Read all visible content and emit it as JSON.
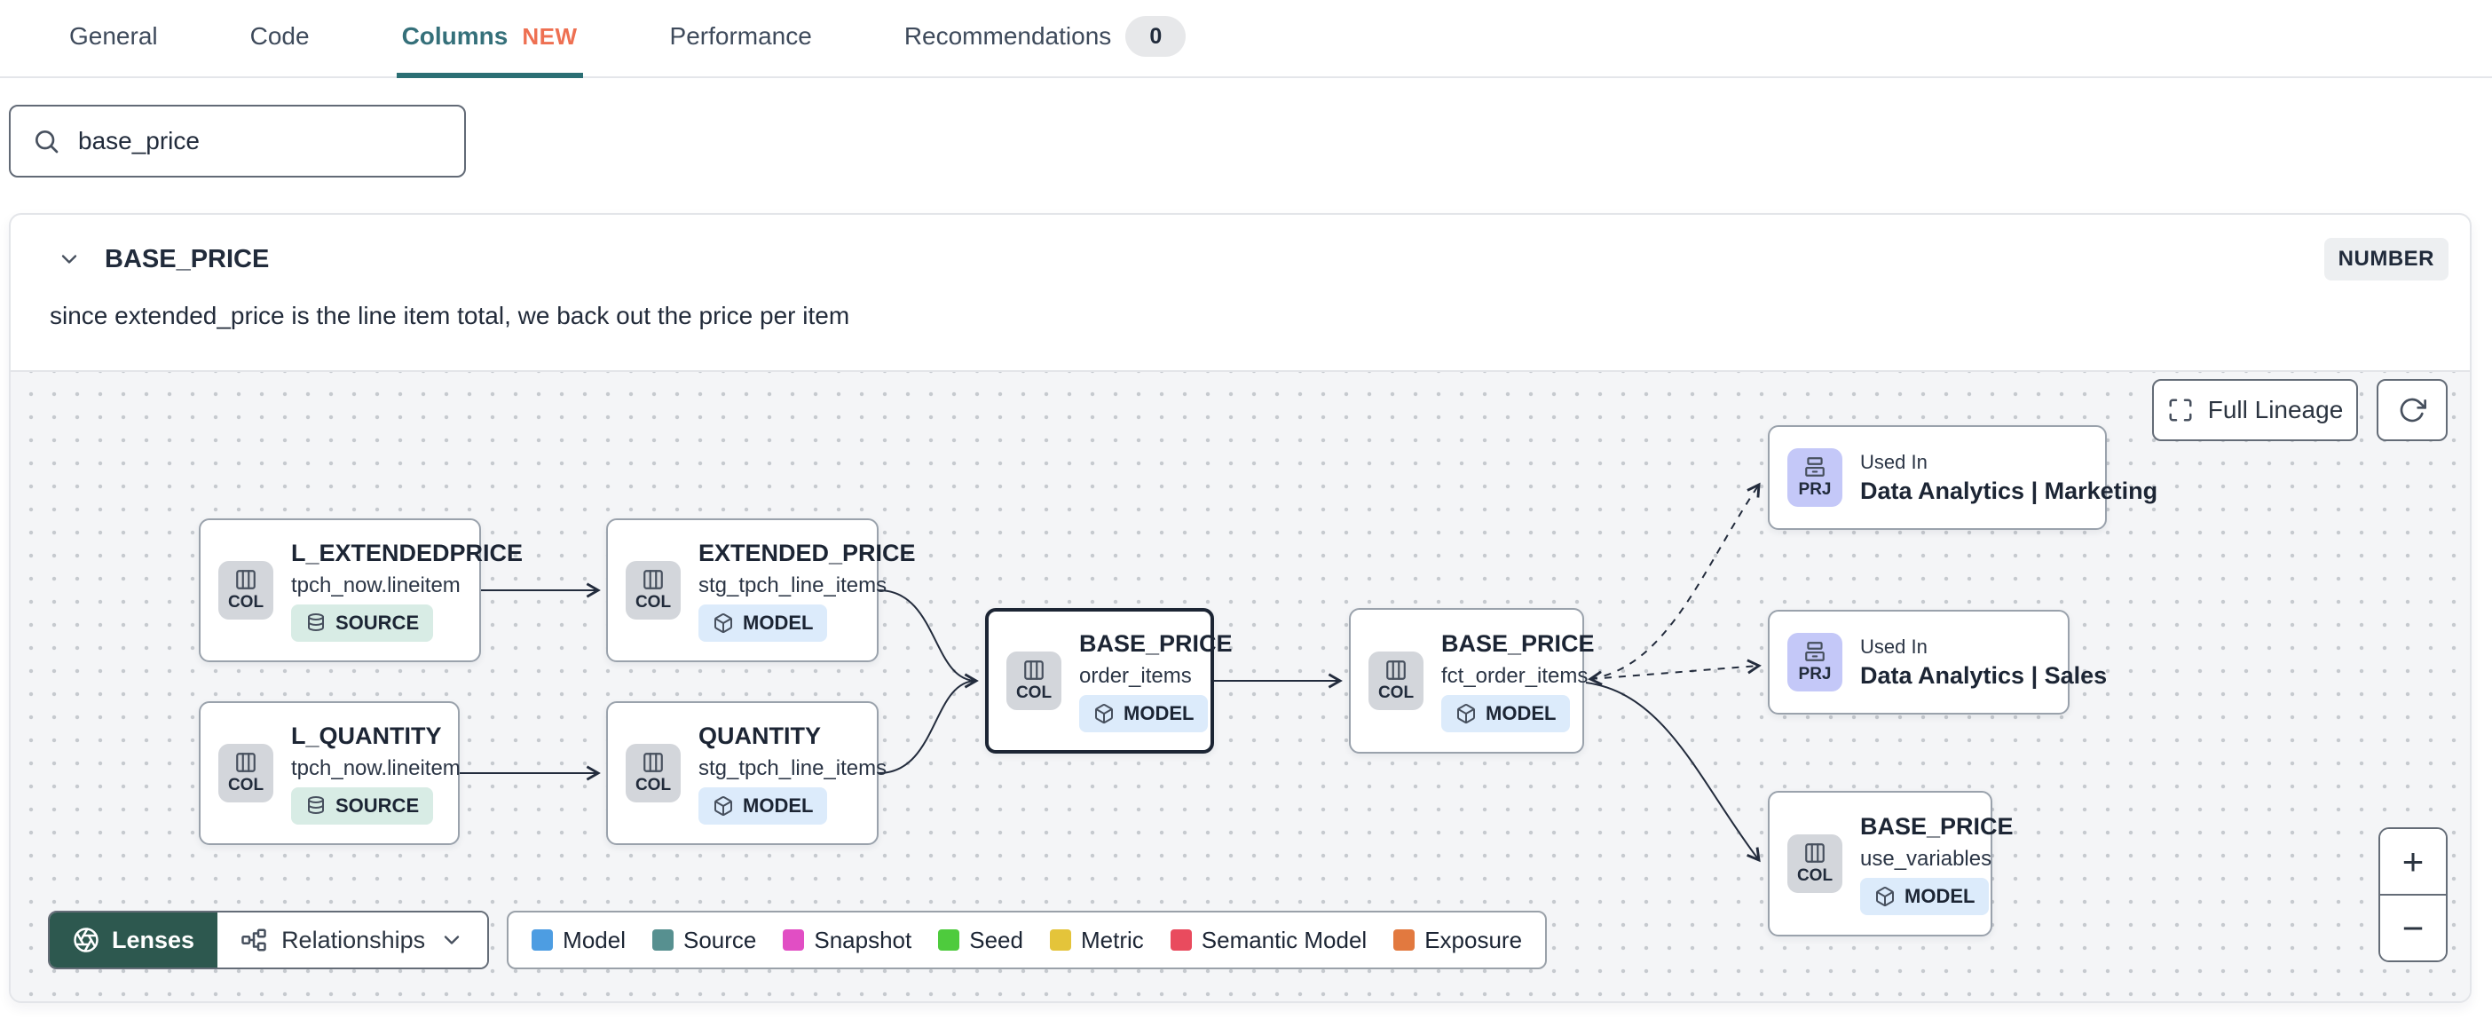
{
  "tabs": {
    "items": [
      {
        "label": "General"
      },
      {
        "label": "Code"
      },
      {
        "label": "Columns",
        "badge": "NEW"
      },
      {
        "label": "Performance"
      },
      {
        "label": "Recommendations",
        "count": "0"
      }
    ]
  },
  "search": {
    "value": "base_price"
  },
  "column": {
    "name": "BASE_PRICE",
    "type": "NUMBER",
    "description": "since extended_price is the line item total, we back out the price per item"
  },
  "lineage": {
    "controls": {
      "full_lineage": "Full Lineage",
      "zoom_in": "+",
      "zoom_out": "−"
    },
    "toolbar": {
      "lenses": "Lenses",
      "relationships": "Relationships"
    },
    "legend": {
      "items": [
        {
          "label": "Model",
          "color": "#4d9de2"
        },
        {
          "label": "Source",
          "color": "#579090"
        },
        {
          "label": "Snapshot",
          "color": "#e14ec4"
        },
        {
          "label": "Seed",
          "color": "#4ecb3d"
        },
        {
          "label": "Metric",
          "color": "#e4c43a"
        },
        {
          "label": "Semantic Model",
          "color": "#e94b5e"
        },
        {
          "label": "Exposure",
          "color": "#e2793f"
        }
      ]
    },
    "nodes": [
      {
        "chip": "COL",
        "title": "L_EXTENDEDPRICE",
        "subtitle": "tpch_now.lineitem",
        "badge": "SOURCE"
      },
      {
        "chip": "COL",
        "title": "L_QUANTITY",
        "subtitle": "tpch_now.lineitem",
        "badge": "SOURCE"
      },
      {
        "chip": "COL",
        "title": "EXTENDED_PRICE",
        "subtitle": "stg_tpch_line_items",
        "badge": "MODEL"
      },
      {
        "chip": "COL",
        "title": "QUANTITY",
        "subtitle": "stg_tpch_line_items",
        "badge": "MODEL"
      },
      {
        "chip": "COL",
        "title": "BASE_PRICE",
        "subtitle": "order_items",
        "badge": "MODEL"
      },
      {
        "chip": "COL",
        "title": "BASE_PRICE",
        "subtitle": "fct_order_items",
        "badge": "MODEL"
      },
      {
        "chip": "PRJ",
        "kicker": "Used In",
        "title": "Data Analytics | Marketing"
      },
      {
        "chip": "PRJ",
        "kicker": "Used In",
        "title": "Data Analytics | Sales"
      },
      {
        "chip": "COL",
        "title": "BASE_PRICE",
        "subtitle": "use_variables",
        "badge": "MODEL"
      }
    ]
  }
}
